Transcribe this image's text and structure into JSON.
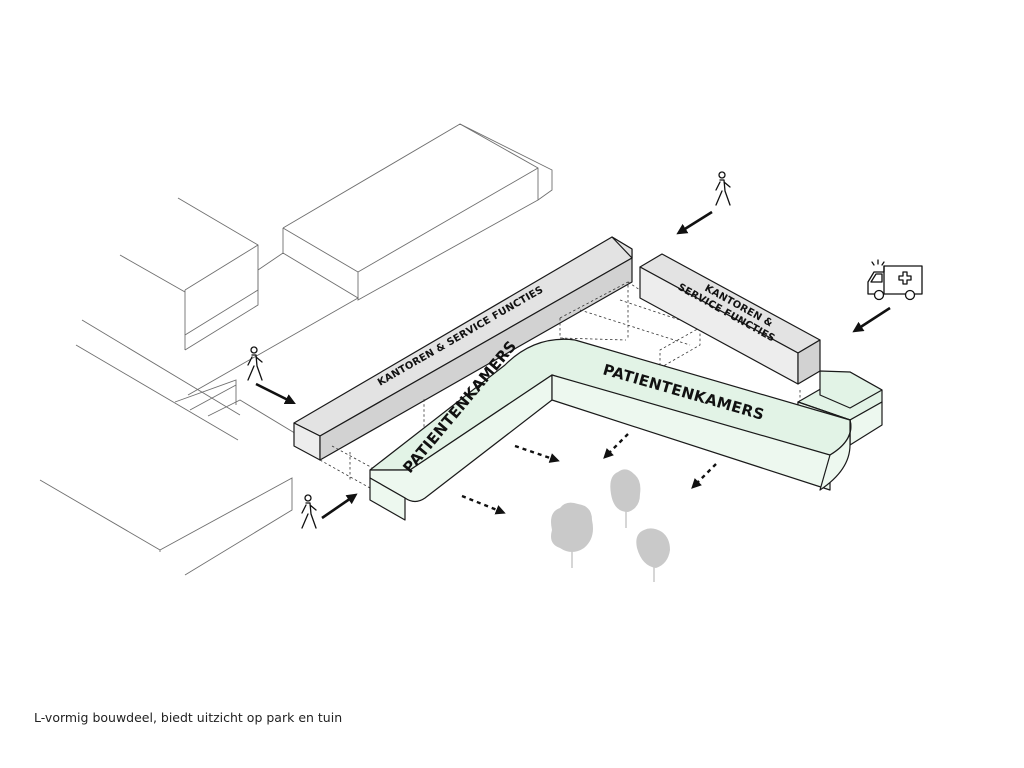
{
  "labels": {
    "offices_long": "KANTOREN & SERVICE FUNCTIES",
    "offices_short_line1": "KANTOREN &",
    "offices_short_line2": "SERVICE FUNCTIES",
    "patients_diagonal": "PATIENTENKAMERS",
    "patients_long": "PATIENTENKAMERS"
  },
  "caption": "L-vormig bouwdeel, biedt uitzicht op park en tuin",
  "colors": {
    "patient_wing": "#e2f3e6",
    "office_block": "#e3e3e3",
    "trees": "#c9c9c9",
    "context_lines": "#6f6f6f"
  },
  "icons": [
    "pedestrian-icon",
    "ambulance-icon",
    "tree-icon"
  ]
}
